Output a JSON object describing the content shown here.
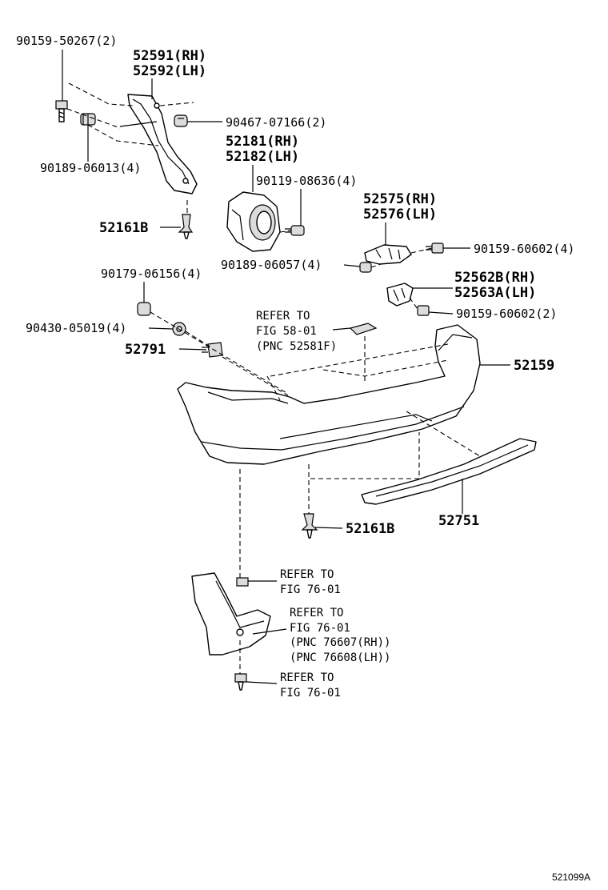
{
  "labels": {
    "p_90159_50267": "90159-50267(2)",
    "p_52591_rh": "52591(RH)",
    "p_52592_lh": "52592(LH)",
    "p_90467_07166": "90467-07166(2)",
    "p_90189_06013": "90189-06013(4)",
    "p_52181_rh": "52181(RH)",
    "p_52182_lh": "52182(LH)",
    "p_90119_08636": "90119-08636(4)",
    "p_52575_rh": "52575(RH)",
    "p_52576_lh": "52576(LH)",
    "p_52161b_top": "52161B",
    "p_90159_60602_4": "90159-60602(4)",
    "p_90189_06057": "90189-06057(4)",
    "p_90179_06156": "90179-06156(4)",
    "p_52562b_rh": "52562B(RH)",
    "p_52563a_lh": "52563A(LH)",
    "p_90159_60602_2": "90159-60602(2)",
    "p_90430_05019": "90430-05019(4)",
    "ref1_line1": "REFER TO",
    "ref1_line2": "FIG 58-01",
    "ref1_line3": "(PNC 52581F)",
    "p_52791": "52791",
    "p_52159": "52159",
    "p_52751": "52751",
    "p_52161b_bottom": "52161B",
    "ref2_line1": "REFER TO",
    "ref2_line2": "FIG 76-01",
    "ref3_line1": "REFER TO",
    "ref3_line2": "FIG 76-01",
    "ref3_line3": "(PNC 76607(RH))",
    "ref3_line4": "(PNC 76608(LH))",
    "ref4_line1": "REFER TO",
    "ref4_line2": "FIG 76-01",
    "figure_id": "521099A"
  }
}
